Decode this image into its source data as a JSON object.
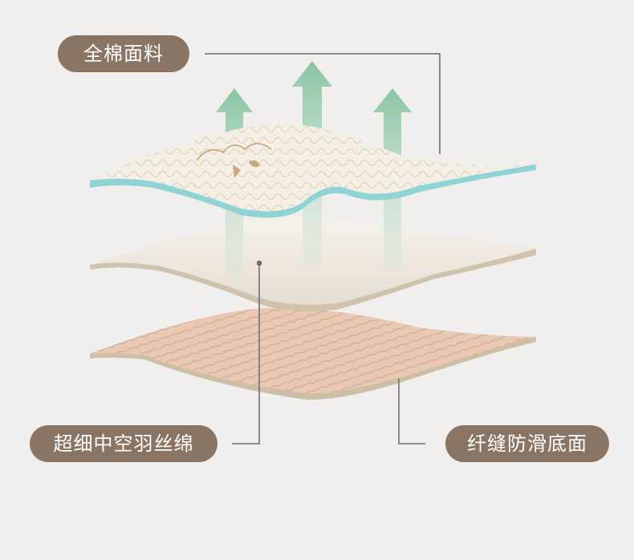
{
  "labels": {
    "top": "全棉面料",
    "middle": "超细中空羽丝绵",
    "bottom": "纤缝防滑底面"
  },
  "colors": {
    "background": "#f0efee",
    "label_pill": "#8a7565",
    "label_text": "#ffffff",
    "leader_line": "#6f6f6f",
    "arrow": "#8fc8a6",
    "cotton_layer": "#f4efe4",
    "cotton_edge": "#8fd3d6",
    "fill_layer": "#ebe4dc",
    "bottom_layer": "#e9c8b4"
  }
}
